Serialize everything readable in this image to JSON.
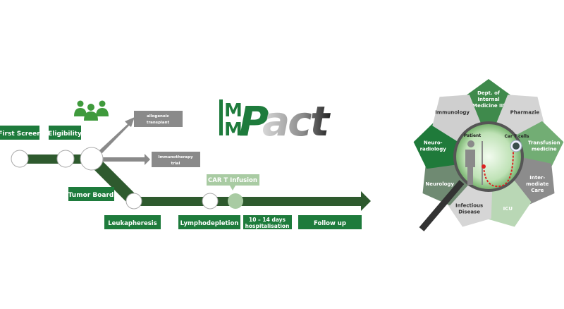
{
  "timeline": {
    "first_screen": "First Screen",
    "eligibility": "Eligibility",
    "tumor_board": "Tumor Board",
    "allogeneic": [
      "allogeneic",
      "transplant"
    ],
    "immunotherapy": [
      "Immunotherapy",
      "trial"
    ],
    "car_t_infusion": "CAR T Infusion",
    "leukapheresis": "Leukapheresis",
    "lymphodepletion": "Lymphodepletion",
    "hospitalisation": [
      "10 – 14  days",
      "hospitalisation"
    ],
    "follow_up": "Follow up"
  },
  "logo": {
    "text": "IMMPact"
  },
  "network": {
    "patient": "Patient",
    "car_t_cells": "Car T cells",
    "departments": [
      {
        "label": [
          "Dept. of",
          "Internal",
          "Medicine III"
        ],
        "color": "#3f8a4c"
      },
      {
        "label": [
          "Pharmazie"
        ],
        "color": "#d4d4d4"
      },
      {
        "label": [
          "Transfusion",
          "medicine"
        ],
        "color": "#72ad74"
      },
      {
        "label": [
          "Inter-",
          "mediate",
          "Care"
        ],
        "color": "#8c8c8c"
      },
      {
        "label": [
          "ICU"
        ],
        "color": "#b9d7b5"
      },
      {
        "label": [
          "Infectious",
          "Disease"
        ],
        "color": "#d6d6d6"
      },
      {
        "label": [
          "Neurology"
        ],
        "color": "#6f8a72"
      },
      {
        "label": [
          "Neuro-",
          "radiology"
        ],
        "color": "#1f7a3a"
      },
      {
        "label": [
          "Immunology"
        ],
        "color": "#cfcfcf"
      }
    ]
  },
  "colors": {
    "green": "#1e7b3c",
    "dark": "#2e5a2e",
    "gray": "#888888",
    "light_green": "#a9cba3"
  }
}
